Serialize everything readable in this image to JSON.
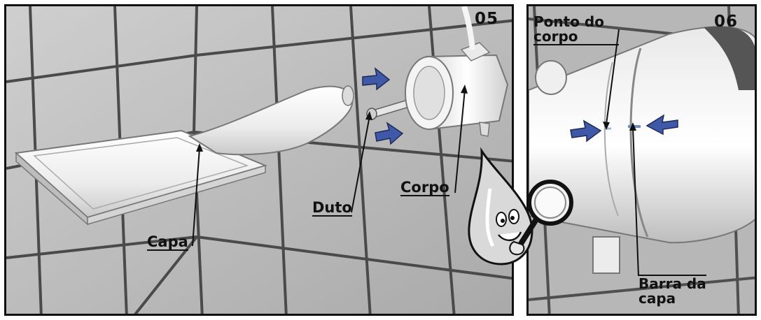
{
  "panels": {
    "left": {
      "number": "05"
    },
    "right": {
      "number": "06"
    }
  },
  "labels": {
    "capa": "Capa",
    "duto": "Duto",
    "corpo": "Corpo",
    "ponto_line1": "Ponto do",
    "ponto_line2": "corpo",
    "barra_line1": "Barra da",
    "barra_line2": "capa"
  },
  "colors": {
    "arrow_blue": "#3f58a8",
    "tile": "#c2c2c2",
    "grout": "#4a4a4a",
    "part_white": "#f2f2f2"
  },
  "icons": {
    "mascot": "water-drop-mascot-with-magnifier-icon",
    "arrow": "blue-direction-arrow-icon"
  }
}
